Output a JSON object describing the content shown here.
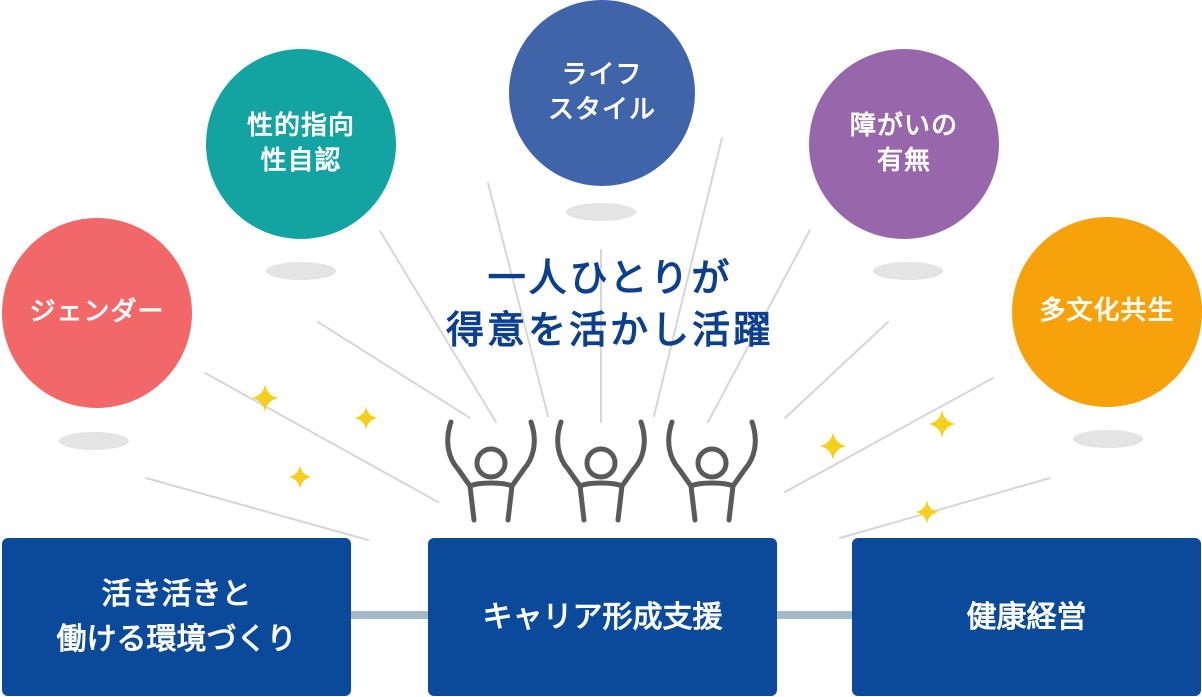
{
  "headline": {
    "line1": "一人ひとりが",
    "line2": "得意を活かし活躍"
  },
  "attributes": [
    {
      "label": "ジェンダー",
      "color": "#f26767"
    },
    {
      "label": "性的指向\n性自認",
      "color": "#13a3a1"
    },
    {
      "label": "ライフ\nスタイル",
      "color": "#3f64a9"
    },
    {
      "label": "障がいの\n有無",
      "color": "#9766ab"
    },
    {
      "label": "多文化共生",
      "color": "#f7a10b"
    }
  ],
  "pillars": [
    {
      "label": "活き活きと\n働ける環境づくり"
    },
    {
      "label": "キャリア形成支援"
    },
    {
      "label": "健康経営"
    }
  ],
  "colors": {
    "headline": "#0d3f8f",
    "box": "#0b4a9a",
    "connector": "#a6b9cb",
    "sparkle": "#f4cf1c",
    "figure_stroke": "#5a5a5a"
  },
  "icons": [
    "person-cheering-icon",
    "sparkle-icon"
  ]
}
